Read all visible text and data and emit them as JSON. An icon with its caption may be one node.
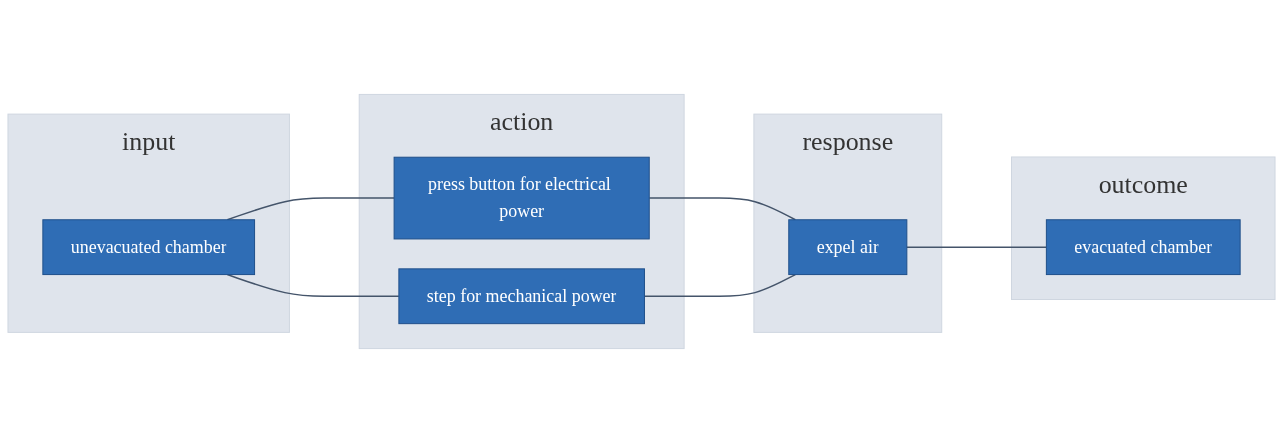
{
  "diagram": {
    "nodes": [
      {
        "text": [
          "input"
        ]
      },
      {
        "text": [
          "unevacuated chamber"
        ],
        "in": 0
      },
      {
        "text": [
          "action"
        ]
      },
      {
        "text": [
          "press button for electrical power"
        ],
        "in": 2
      },
      {
        "text": [
          "step for mechanical power"
        ],
        "in": 2
      },
      {
        "text": [
          "response"
        ]
      },
      {
        "text": [
          "expel air"
        ],
        "in": 5
      },
      {
        "text": [
          "outcome"
        ]
      },
      {
        "text": [
          "evacuated chamber"
        ],
        "in": 7
      }
    ],
    "edges": [
      {
        "from": 1,
        "to": 3,
        "arrow": "none"
      },
      {
        "from": 1,
        "to": 4,
        "arrow": "none"
      },
      {
        "from": 3,
        "to": 6,
        "arrow": "none"
      },
      {
        "from": 4,
        "to": 6,
        "arrow": "none"
      },
      {
        "from": 6,
        "to": 8,
        "arrow": "none"
      }
    ]
  }
}
